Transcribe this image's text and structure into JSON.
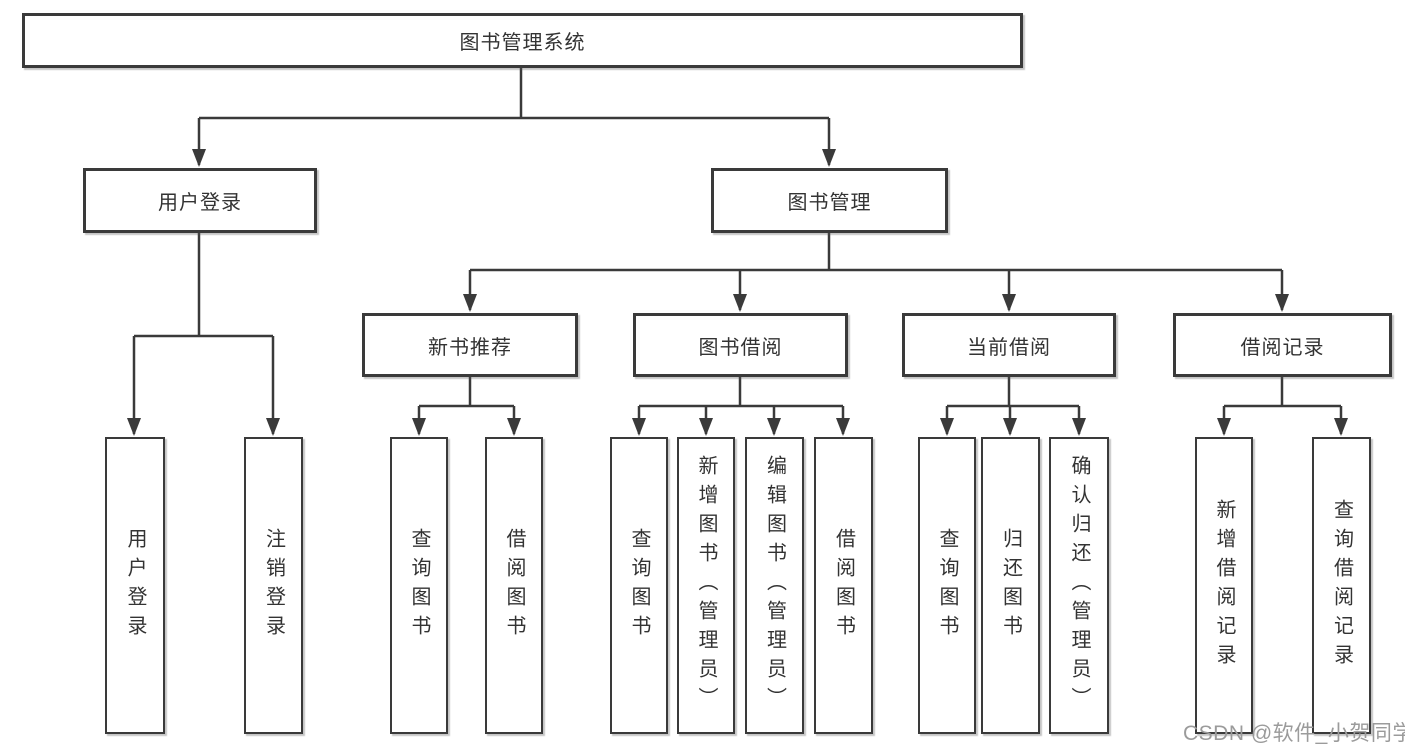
{
  "diagram": {
    "root": {
      "label": "图书管理系统"
    },
    "level2": [
      {
        "label": "用户登录"
      },
      {
        "label": "图书管理"
      }
    ],
    "level3": [
      {
        "label": "新书推荐"
      },
      {
        "label": "图书借阅"
      },
      {
        "label": "当前借阅"
      },
      {
        "label": "借阅记录"
      }
    ],
    "leaves": {
      "user_login": [
        {
          "label": "用户登录"
        },
        {
          "label": "注销登录"
        }
      ],
      "new_rec": [
        {
          "label": "查询图书"
        },
        {
          "label": "借阅图书"
        }
      ],
      "borrow": [
        {
          "label": "查询图书"
        },
        {
          "label": "新增图书（管理员）"
        },
        {
          "label": "编辑图书（管理员）"
        },
        {
          "label": "借阅图书"
        }
      ],
      "current": [
        {
          "label": "查询图书"
        },
        {
          "label": "归还图书"
        },
        {
          "label": "确认归还（管理员）"
        }
      ],
      "records": [
        {
          "label": "新增借阅记录"
        },
        {
          "label": "查询借阅记录"
        }
      ]
    }
  },
  "watermark": {
    "text": "CSDN @软件_小贺同学"
  },
  "colors": {
    "line": "#3a3a3a",
    "text": "#333333",
    "watermark": "#9b9b9b",
    "background": "#ffffff"
  }
}
